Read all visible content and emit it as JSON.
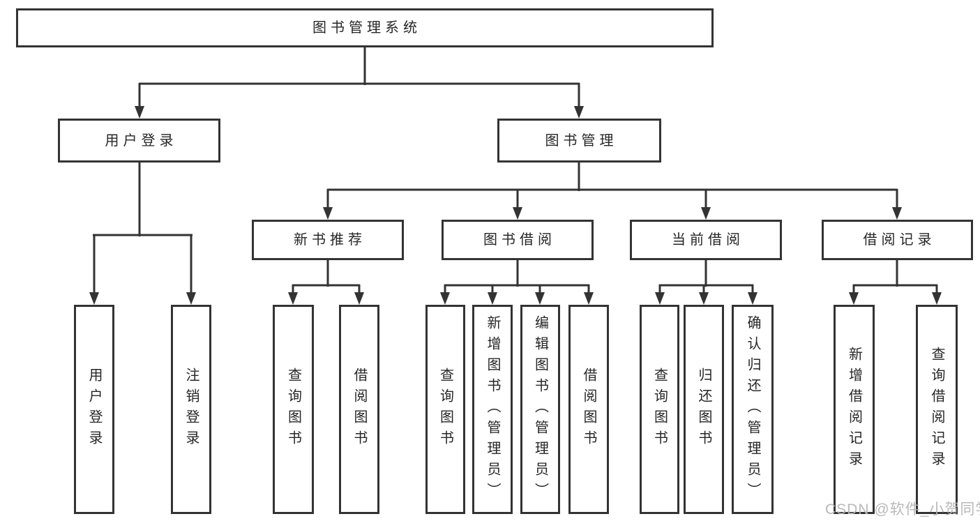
{
  "diagram": {
    "root": {
      "label": "图书管理系统"
    },
    "branches": [
      {
        "label": "用户登录",
        "children": [
          "用户登录",
          "注销登录"
        ]
      },
      {
        "label": "图书管理",
        "children": [
          {
            "label": "新书推荐",
            "children": [
              "查询图书",
              "借阅图书"
            ]
          },
          {
            "label": "图书借阅",
            "children": [
              "查询图书",
              "新增图书（管理员）",
              "编辑图书（管理员）",
              "借阅图书"
            ]
          },
          {
            "label": "当前借阅",
            "children": [
              "查询图书",
              "归还图书",
              "确认归还（管理员）"
            ]
          },
          {
            "label": "借阅记录",
            "children": [
              "新增借阅记录",
              "查询借阅记录"
            ]
          }
        ]
      }
    ]
  },
  "watermark": "CSDN @软件_小贺同学",
  "colors": {
    "line": "#333333",
    "box_border": "#333333",
    "text": "#262626",
    "watermark": "#b5b5b5",
    "background": "#ffffff"
  }
}
